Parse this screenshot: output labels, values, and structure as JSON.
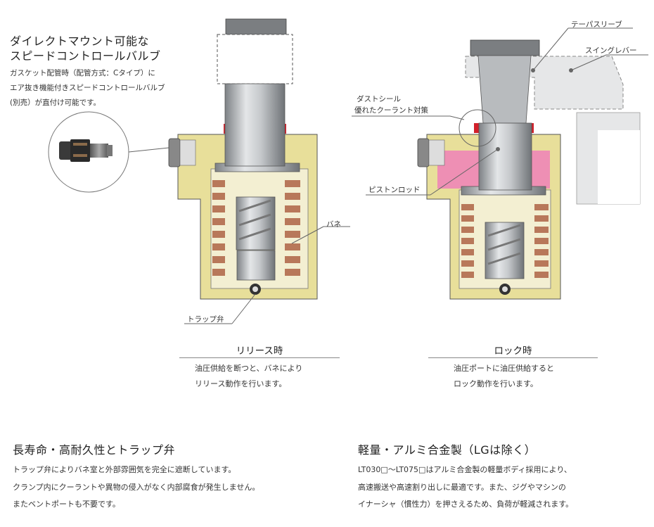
{
  "intro": {
    "title_line1": "ダイレクトマウント可能な",
    "title_line2": "スピードコントロールバルブ",
    "desc_line1": "ガスケット配管時（配管方式：Cタイプ）に",
    "desc_line2": "エア抜き機能付きスピードコントロールバルブ",
    "desc_line3": "(別売）が直付け可能です。"
  },
  "labels": {
    "spring": "バネ",
    "trap_valve": "トラップ弁",
    "taper_sleeve": "テーパスリーブ",
    "swing_lever": "スイングレバー",
    "dust_seal_line1": "ダストシール",
    "dust_seal_line2": "優れたクーラント対策",
    "piston_rod": "ピストンロッド"
  },
  "release": {
    "title": "リリース時",
    "body_line1": "油圧供給を断つと、バネにより",
    "body_line2": "リリース動作を行います。"
  },
  "lock": {
    "title": "ロック時",
    "body_line1": "油圧ポートに油圧供給すると",
    "body_line2": "ロック動作を行います。"
  },
  "features": [
    {
      "title": "長寿命・高耐久性とトラップ弁",
      "lines": [
        "トラップ弁によりバネ室と外部雰囲気を完全に遮断しています。",
        "クランプ内にクーラントや異物の侵入がなく内部腐食が発生しません。",
        "またベントポートも不要です。"
      ]
    },
    {
      "title": "軽量・アルミ合金製（LGは除く）",
      "lines": [
        "LT030□～LT075□はアルミ合金製の軽量ボディ採用により、",
        "高速搬送や高速割り出しに最適です。また、ジグやマシンの",
        "イナーシャ（慣性力）を押さえるため、負荷が軽減されます。"
      ]
    }
  ],
  "colors": {
    "body_yellow": "#e8df9a",
    "spring_copper": "#b8785a",
    "oil_pink": "#ee8fb4",
    "seal_red": "#d2202a",
    "steel_gray": "#9fa3a7"
  }
}
